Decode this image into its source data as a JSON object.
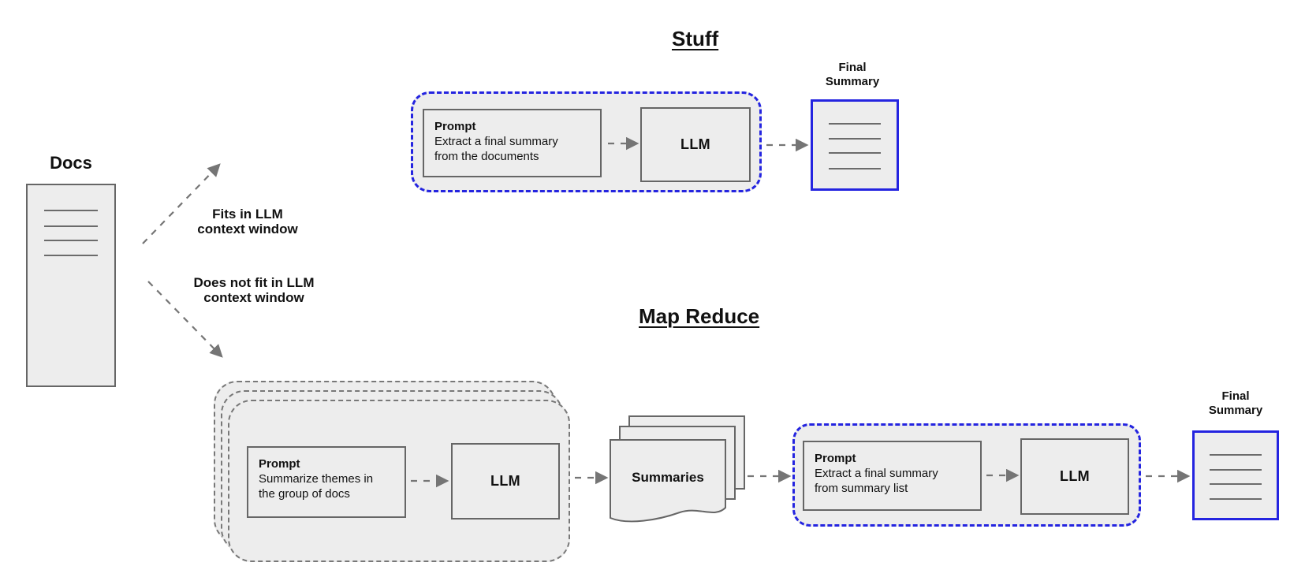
{
  "diagram": {
    "docs_label": "Docs",
    "branch_fits": {
      "line1": "Fits in LLM",
      "line2": "context window"
    },
    "branch_no_fit": {
      "line1": "Does not fit in LLM",
      "line2": "context window"
    },
    "stuff": {
      "title": "Stuff",
      "prompt_heading": "Prompt",
      "prompt_body": "Extract a final summary from the documents",
      "llm_label": "LLM",
      "final_label": {
        "line1": "Final",
        "line2": "Summary"
      }
    },
    "map_reduce": {
      "title": "Map Reduce",
      "map_prompt_heading": "Prompt",
      "map_prompt_body": "Summarize themes in the group of docs",
      "map_llm_label": "LLM",
      "summaries_label": "Summaries",
      "reduce_prompt_heading": "Prompt",
      "reduce_prompt_body": "Extract a final summary from summary list",
      "reduce_llm_label": "LLM",
      "final_label": {
        "line1": "Final",
        "line2": "Summary"
      }
    },
    "colors": {
      "accent_blue": "#2424e0",
      "box_border_gray": "#666666",
      "box_fill_gray": "#ededed",
      "arrow_gray": "#757575"
    }
  }
}
